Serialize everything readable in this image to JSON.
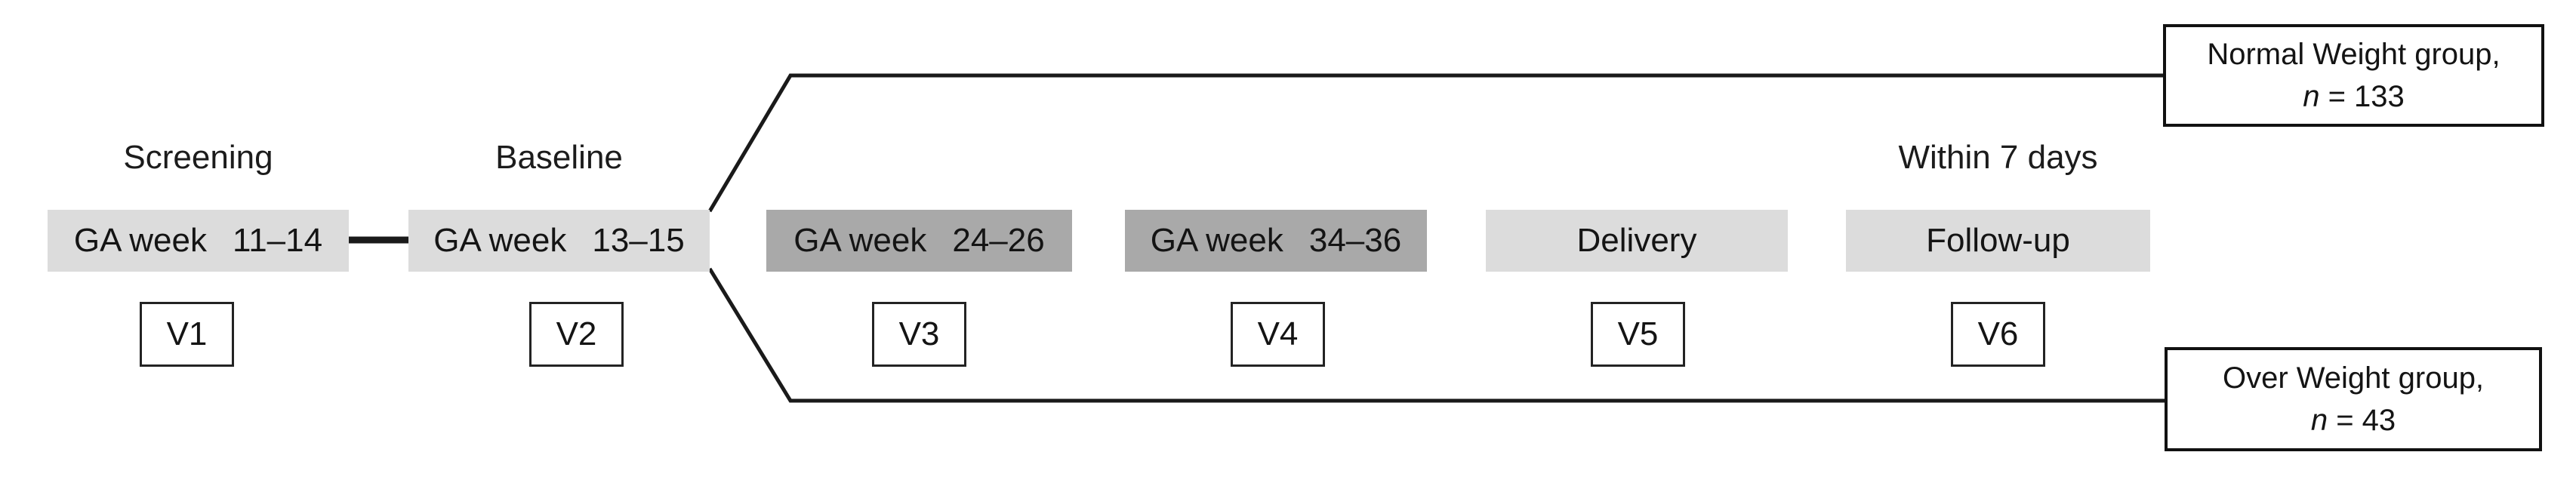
{
  "labels": {
    "screening": "Screening",
    "baseline": "Baseline",
    "within7": "Within 7 days"
  },
  "timeline": [
    {
      "text": "GA week",
      "range": "11–14",
      "visit": "V1",
      "shade": "light"
    },
    {
      "text": "GA week",
      "range": "13–15",
      "visit": "V2",
      "shade": "light"
    },
    {
      "text": "GA week",
      "range": "24–26",
      "visit": "V3",
      "shade": "dark"
    },
    {
      "text": "GA week",
      "range": "34–36",
      "visit": "V4",
      "shade": "dark"
    },
    {
      "text": "Delivery",
      "visit": "V5",
      "shade": "light"
    },
    {
      "text": "Follow-up",
      "visit": "V6",
      "shade": "light"
    }
  ],
  "groups": [
    {
      "name": "Normal Weight group,",
      "n_symbol": "n",
      "n_rest": " = 133"
    },
    {
      "name": "Over Weight group,",
      "n_symbol": "n",
      "n_rest": " = 43"
    }
  ],
  "colors": {
    "light_box": "#dcdcdc",
    "dark_box": "#a9a9a9",
    "line": "#1a1a1a",
    "background": "#ffffff"
  }
}
